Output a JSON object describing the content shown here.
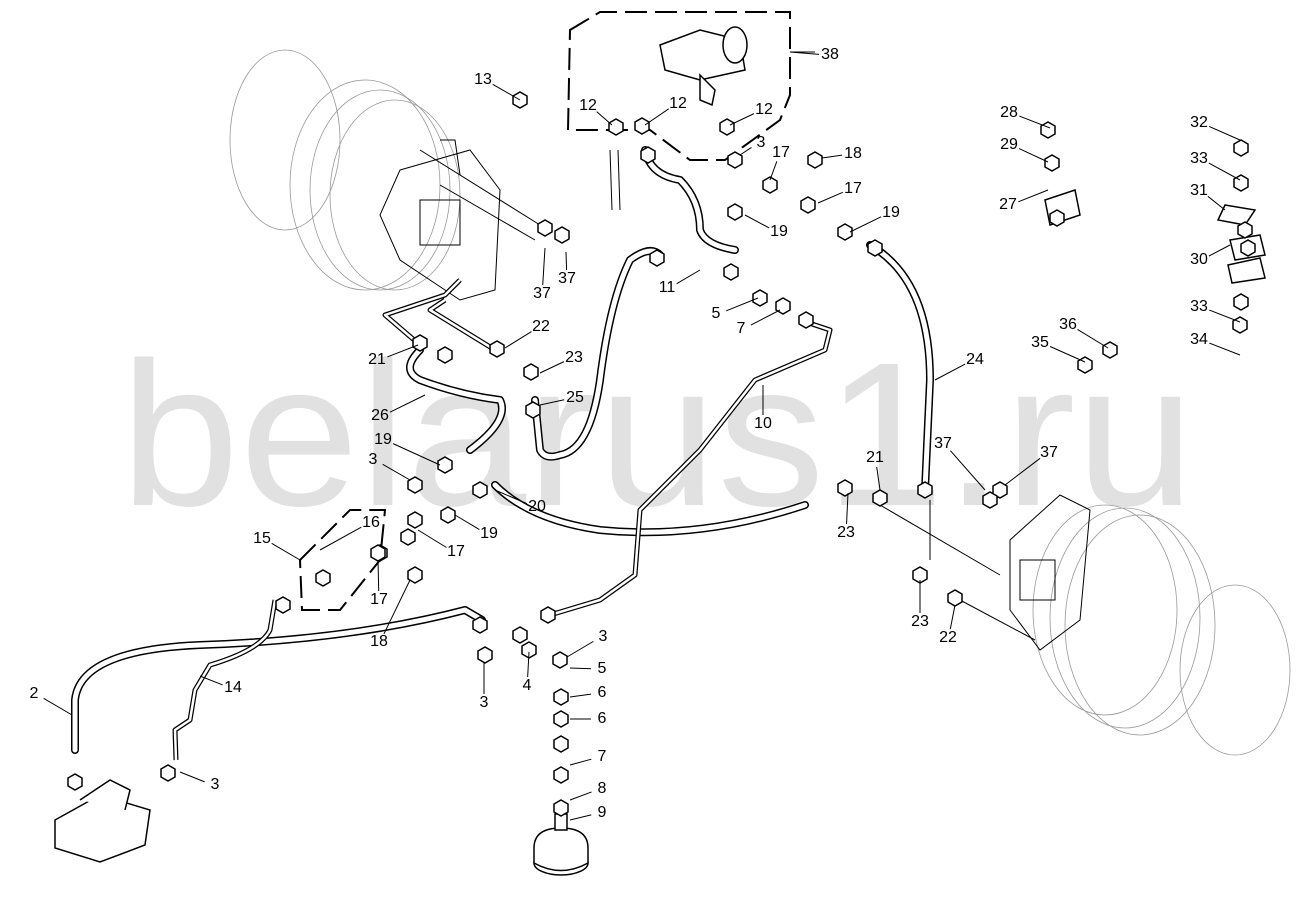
{
  "watermark": "belarus1.ru",
  "callouts": [
    "38",
    "13",
    "12",
    "12",
    "12",
    "3",
    "17",
    "18",
    "17",
    "19",
    "19",
    "28",
    "29",
    "27",
    "32",
    "33",
    "31",
    "30",
    "33",
    "34",
    "36",
    "35",
    "37",
    "37",
    "11",
    "5",
    "7",
    "22",
    "23",
    "21",
    "25",
    "26",
    "10",
    "24",
    "3",
    "19",
    "20",
    "19",
    "16",
    "15",
    "17",
    "17",
    "18",
    "21",
    "23",
    "37",
    "37",
    "23",
    "22",
    "3",
    "4",
    "3",
    "5",
    "6",
    "6",
    "7",
    "8",
    "9",
    "2",
    "14",
    "3"
  ]
}
